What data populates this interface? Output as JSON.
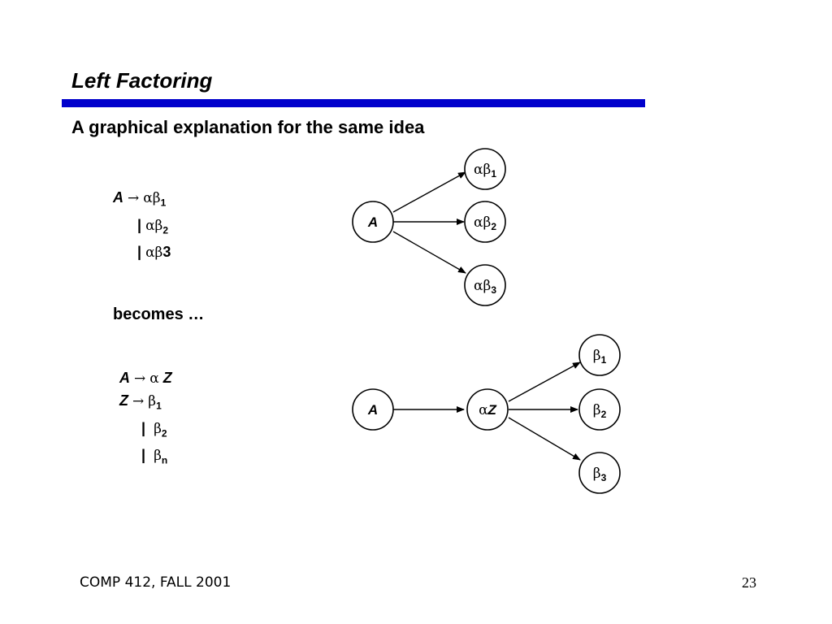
{
  "slide": {
    "title": "Left Factoring",
    "subtitle": "A graphical explanation for the same idea",
    "becomes": "becomes …",
    "footer_left": "COMP 412, FALL 2001",
    "page_number": "23",
    "rule_color": "#0000cc"
  },
  "grammar_before": {
    "lines": [
      {
        "prefix": "A",
        "arrow": "→",
        "alpha": "α",
        "beta": "β",
        "sub": "1"
      },
      {
        "prefix": "|",
        "alpha": "α",
        "beta": "β",
        "sub": "2"
      },
      {
        "prefix": "|",
        "alpha": "α",
        "beta": "β",
        "tail": "3"
      }
    ]
  },
  "grammar_after": {
    "lines": [
      {
        "prefix": "A",
        "arrow": "→",
        "alpha": "α",
        "tail": "Z"
      },
      {
        "prefix": "Z",
        "arrow": "→",
        "beta": "β",
        "sub": "1"
      },
      {
        "prefix": "|",
        "beta": "β",
        "sub": "2"
      },
      {
        "prefix": "|",
        "beta": "β",
        "sub": "n"
      }
    ]
  },
  "diagram_before": {
    "nodes": [
      {
        "id": "A",
        "text": "A"
      },
      {
        "id": "ab1",
        "greek": "αβ",
        "sub": "1"
      },
      {
        "id": "ab2",
        "greek": "αβ",
        "sub": "2"
      },
      {
        "id": "ab3",
        "greek": "αβ",
        "sub": "3"
      }
    ],
    "edges": [
      [
        "A",
        "ab1"
      ],
      [
        "A",
        "ab2"
      ],
      [
        "A",
        "ab3"
      ]
    ]
  },
  "diagram_after": {
    "nodes": [
      {
        "id": "A2",
        "text": "A"
      },
      {
        "id": "aZ",
        "greek": "α",
        "tail": "Z"
      },
      {
        "id": "b1",
        "greek": "β",
        "sub": "1"
      },
      {
        "id": "b2",
        "greek": "β",
        "sub": "2"
      },
      {
        "id": "b3",
        "greek": "β",
        "sub": "3"
      }
    ],
    "edges": [
      [
        "A2",
        "aZ"
      ],
      [
        "aZ",
        "b1"
      ],
      [
        "aZ",
        "b2"
      ],
      [
        "aZ",
        "b3"
      ]
    ]
  }
}
